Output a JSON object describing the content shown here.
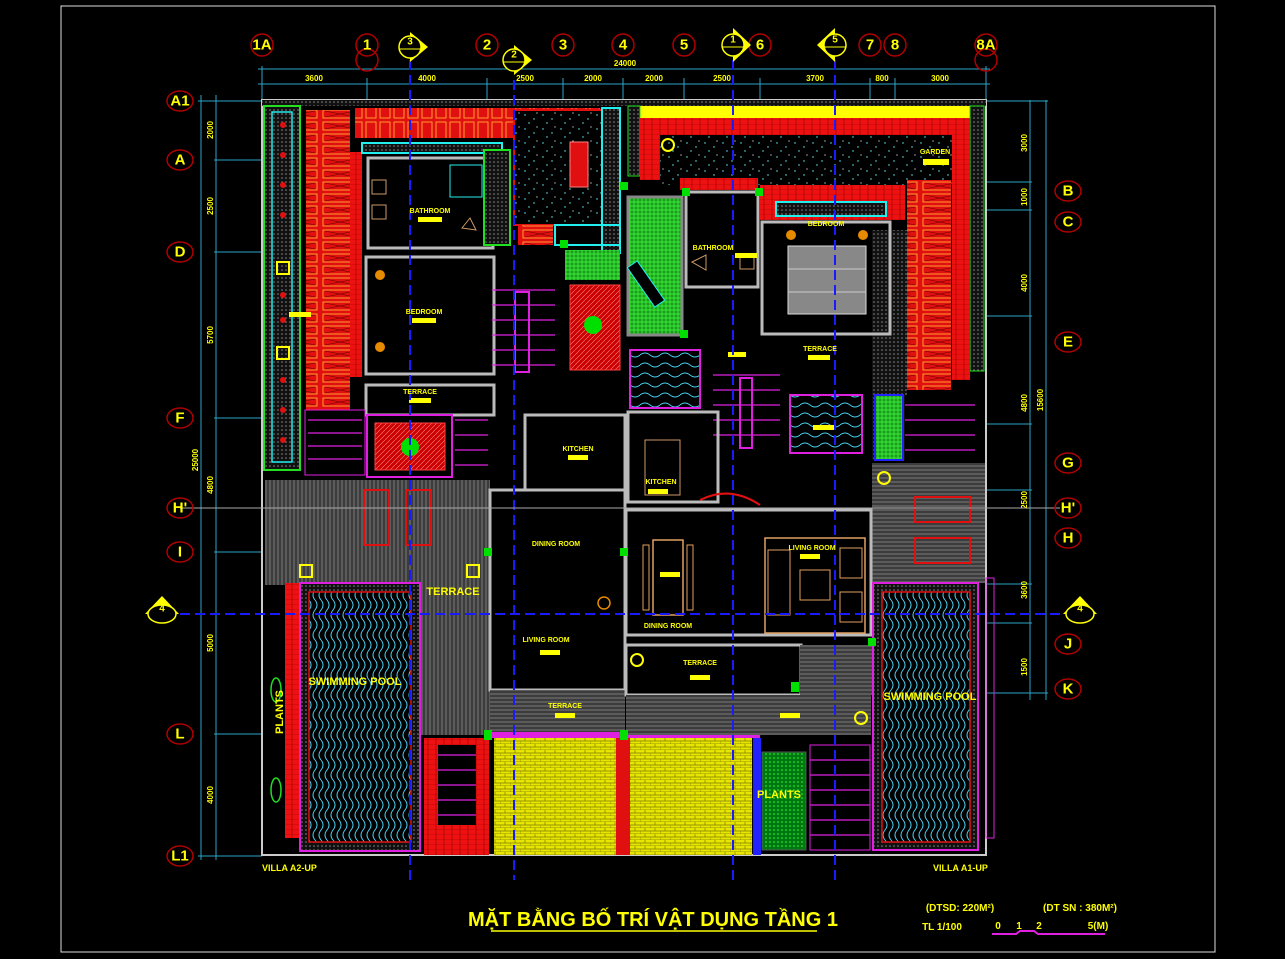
{
  "drawing": {
    "title": "MẶT BẰNG BỐ TRÍ VẬT DỤNG TẦNG 1",
    "area_used": "(DTSD: 220M²)",
    "area_floor": "(DT SN : 380M²)",
    "scale_label": "TL 1/100",
    "scale_ticks": [
      "0",
      "1",
      "2",
      "5(M)"
    ],
    "villa_left": "VILLA A2-UP",
    "villa_right": "VILLA A1-UP"
  },
  "grid": {
    "top": [
      "1A",
      "1",
      "2",
      "3",
      "4",
      "5",
      "6",
      "7",
      "8",
      "8A"
    ],
    "left": [
      "A1",
      "A",
      "D",
      "F",
      "H'",
      "I",
      "L",
      "L1"
    ],
    "right": [
      "B",
      "C",
      "E",
      "G",
      "H'",
      "H",
      "J",
      "K"
    ],
    "sections": [
      "3",
      "2",
      "1",
      "5",
      "4",
      "4"
    ]
  },
  "dims": {
    "top_total": "24000",
    "top": [
      "3600",
      "4000",
      "2500",
      "2000",
      "2000",
      "2500",
      "3700",
      "800",
      "3000"
    ],
    "left_total": "25000",
    "left": [
      "2000",
      "2500",
      "5700",
      "4800",
      "5000",
      "4000"
    ],
    "right_total": "15600",
    "right": [
      "3000",
      "1000",
      "4000",
      "4800",
      "2500",
      "3600",
      "1500"
    ]
  },
  "rooms": {
    "bathroom_1": "BATHROOM",
    "bedroom_1": "BEDROOM",
    "terrace_1": "TERRACE",
    "kitchen_1": "KITCHEN",
    "dining_1": "DINING ROOM",
    "living_1": "LIVING ROOM",
    "terrace_big": "TERRACE",
    "pool_left": "SWIMMING POOL",
    "pool_right": "SWIMMING POOL",
    "plants_1": "PLANTS",
    "plants_2": "PLANTS",
    "garden": "GARDEN",
    "bathroom_2": "BATHROOM",
    "bedroom_2": "BEDROOM",
    "terrace_2": "TERRACE",
    "kitchen_2": "KITCHEN",
    "living_2": "LIVING ROOM",
    "dining_2": "DINING ROOM",
    "terrace_3": "TERRACE",
    "terrace_4": "TERRACE"
  },
  "colors": {
    "background": "#000000",
    "grid_bubble": "#b00000",
    "text": "#ffff00",
    "axis": "#1a1aff",
    "dimension": "#2aa6c8"
  }
}
